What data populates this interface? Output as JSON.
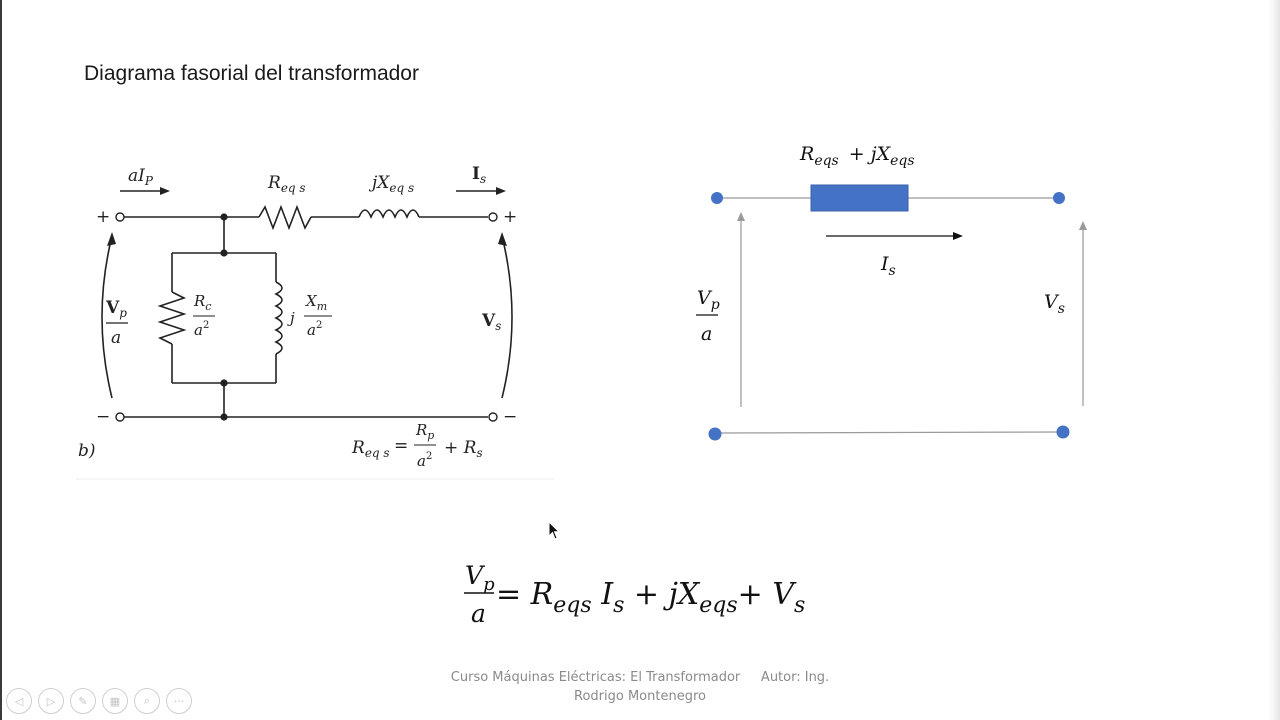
{
  "slide": {
    "title": "Diagrama fasorial del transformador",
    "footer": {
      "line1": "Curso Máquinas Eléctricas: El Transformador     Autor: Ing.",
      "line2": "Rodrigo Montenegro"
    }
  },
  "left_circuit": {
    "current_primary": "aI",
    "current_primary_sub": "P",
    "resistance": "R",
    "resistance_sub": "eq s",
    "reactance": "jX",
    "reactance_sub": "eq s",
    "current_secondary": "I",
    "current_secondary_sub": "s",
    "plus": "+",
    "minus": "−",
    "vp_num": "V",
    "vp_num_sub": "p",
    "vp_den": "a",
    "rc_num": "R",
    "rc_num_sub": "c",
    "rc_den": "a",
    "rc_den_sup": "2",
    "xm_j": "j",
    "xm_num": "X",
    "xm_num_sub": "m",
    "xm_den": "a",
    "xm_den_sup": "2",
    "vs": "V",
    "vs_sub": "s",
    "label_b": "b)",
    "req_lhs": "R",
    "req_lhs_sub": "eq s",
    "equals": "=",
    "req_num": "R",
    "req_num_sub": "p",
    "req_den": "a",
    "req_den_sup": "2",
    "req_plus": "+ R",
    "req_plus_sub": "s"
  },
  "right_circuit": {
    "impedance_label_r": "R",
    "impedance_label_r_sub": "eqs",
    "impedance_label_x": "+ jX",
    "impedance_label_x_sub": "eqs",
    "current": "I",
    "current_sub": "s",
    "vp_num": "V",
    "vp_num_sub": "p",
    "vp_den": "a",
    "vs": "V",
    "vs_sub": "s",
    "colors": {
      "resistor": "#4472c4",
      "node": "#4472c4",
      "wire": "#9a9a9a"
    }
  },
  "equation": {
    "frac_num": "V",
    "frac_num_sub": "p",
    "frac_den": "a",
    "rhs_eq": "= R",
    "rhs_r_sub": "eqs",
    "rhs_i": " I",
    "rhs_i_sub": "s",
    "rhs_jx": " + jX",
    "rhs_jx_sub": "eqs",
    "rhs_v": "+ V",
    "rhs_v_sub": "s"
  },
  "toolbar": {
    "icons": [
      "previous-icon",
      "next-icon",
      "pen-icon",
      "slides-icon",
      "zoom-icon",
      "more-icon"
    ],
    "glyphs": [
      "◁",
      "▷",
      "✎",
      "▦",
      "⌕",
      "···"
    ]
  }
}
